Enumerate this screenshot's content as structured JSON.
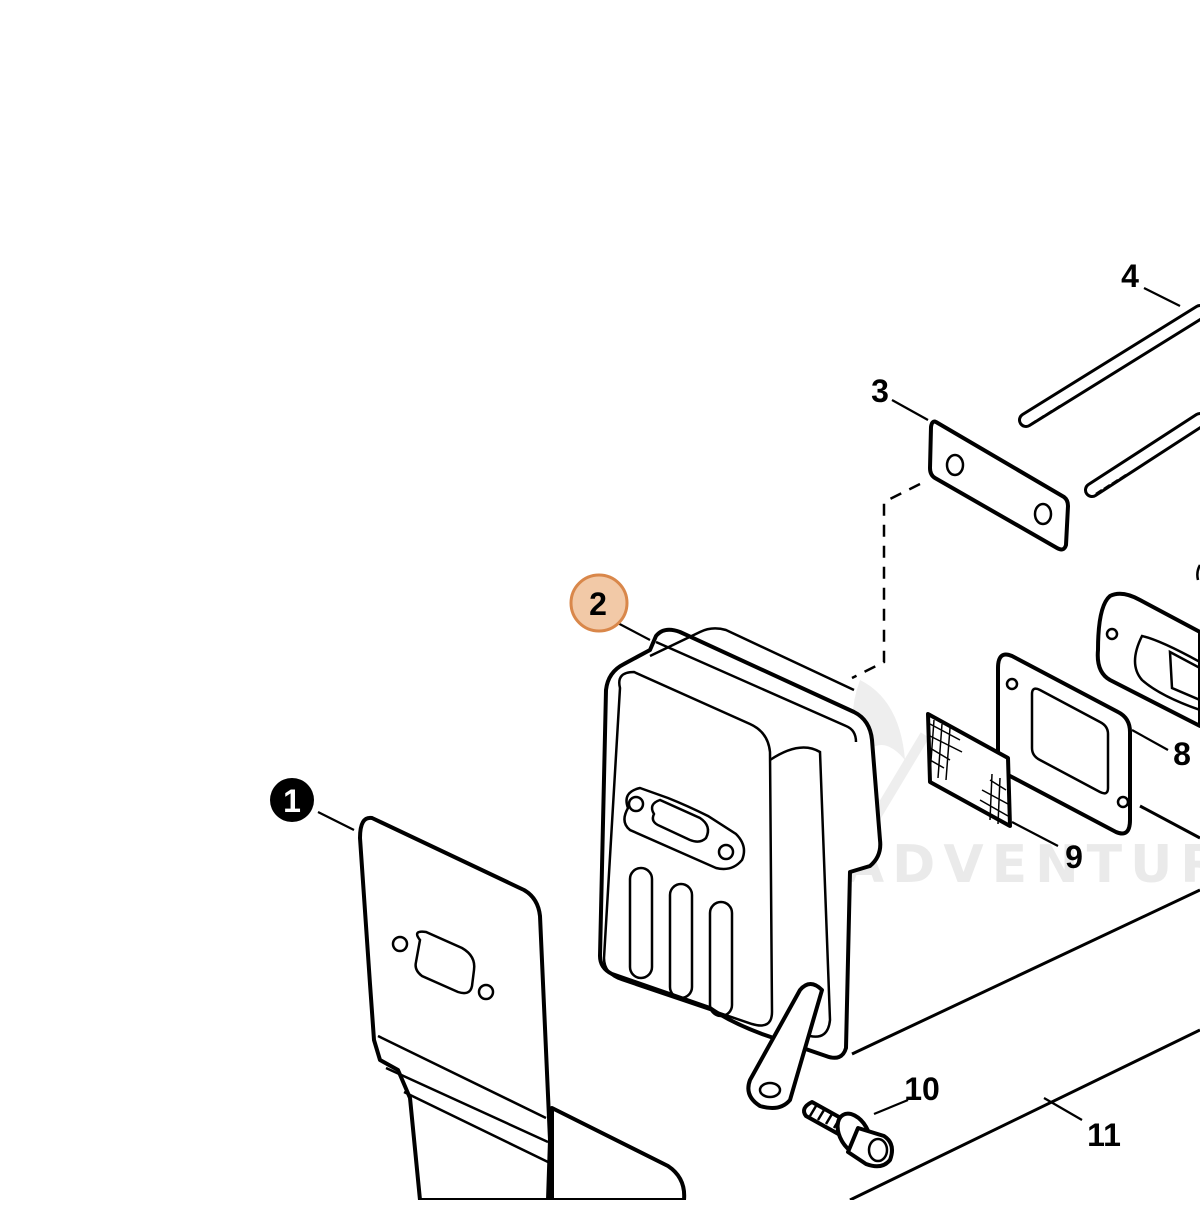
{
  "diagram": {
    "callouts": [
      {
        "id": "1",
        "label": "1",
        "style": "filled-circle",
        "color": "#000000"
      },
      {
        "id": "2",
        "label": "2",
        "style": "highlight-circle",
        "color": "#f2c9a7",
        "stroke": "#d9874a"
      },
      {
        "id": "3",
        "label": "3"
      },
      {
        "id": "4",
        "label": "4"
      },
      {
        "id": "8",
        "label": "8"
      },
      {
        "id": "9",
        "label": "9"
      },
      {
        "id": "10",
        "label": "10"
      },
      {
        "id": "11",
        "label": "11"
      }
    ],
    "watermark": "LAWNADVENTURE"
  }
}
